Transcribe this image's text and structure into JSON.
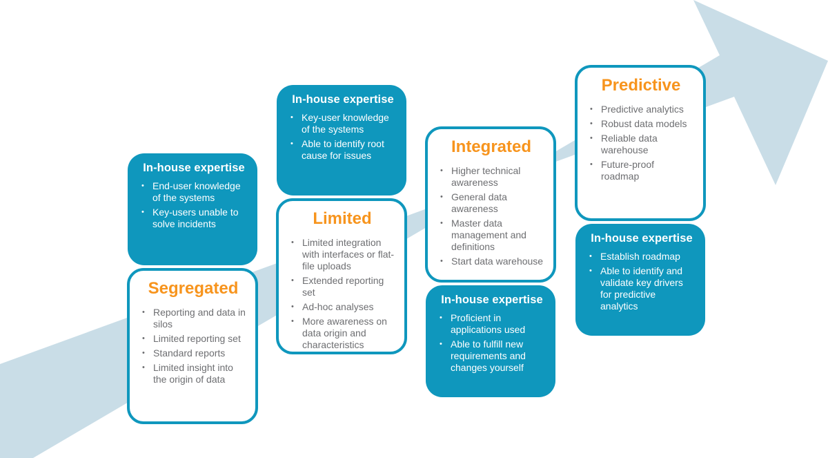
{
  "colors": {
    "arrow": "#c9dde7",
    "box_blue": "#0f97bd",
    "stage_title": "#f7941d",
    "stage_text": "#6d6e71"
  },
  "stages": [
    {
      "title": "Segregated",
      "items": [
        "Reporting and data in silos",
        "Limited reporting set",
        "Standard reports",
        "Limited insight into the origin of data"
      ],
      "expertise": {
        "title": "In-house expertise",
        "items": [
          "End-user knowledge of the systems",
          "Key-users unable to solve incidents"
        ]
      }
    },
    {
      "title": "Limited",
      "items": [
        "Limited integration with interfaces or flat-file uploads",
        "Extended reporting set",
        "Ad-hoc analyses",
        "More awareness on data origin and characteristics"
      ],
      "expertise": {
        "title": "In-house expertise",
        "items": [
          "Key-user knowledge of the systems",
          "Able to identify root cause for issues"
        ]
      }
    },
    {
      "title": "Integrated",
      "items": [
        "Higher technical awareness",
        "General data awareness",
        "Master data management and definitions",
        "Start data warehouse"
      ],
      "expertise": {
        "title": "In-house expertise",
        "items": [
          "Proficient in applications used",
          "Able to fulfill new requirements and changes yourself"
        ]
      }
    },
    {
      "title": "Predictive",
      "items": [
        "Predictive analytics",
        "Robust data models",
        "Reliable data warehouse",
        "Future-proof roadmap"
      ],
      "expertise": {
        "title": "In-house expertise",
        "items": [
          "Establish roadmap",
          "Able to identify and validate key drivers for predictive analytics"
        ]
      }
    }
  ]
}
